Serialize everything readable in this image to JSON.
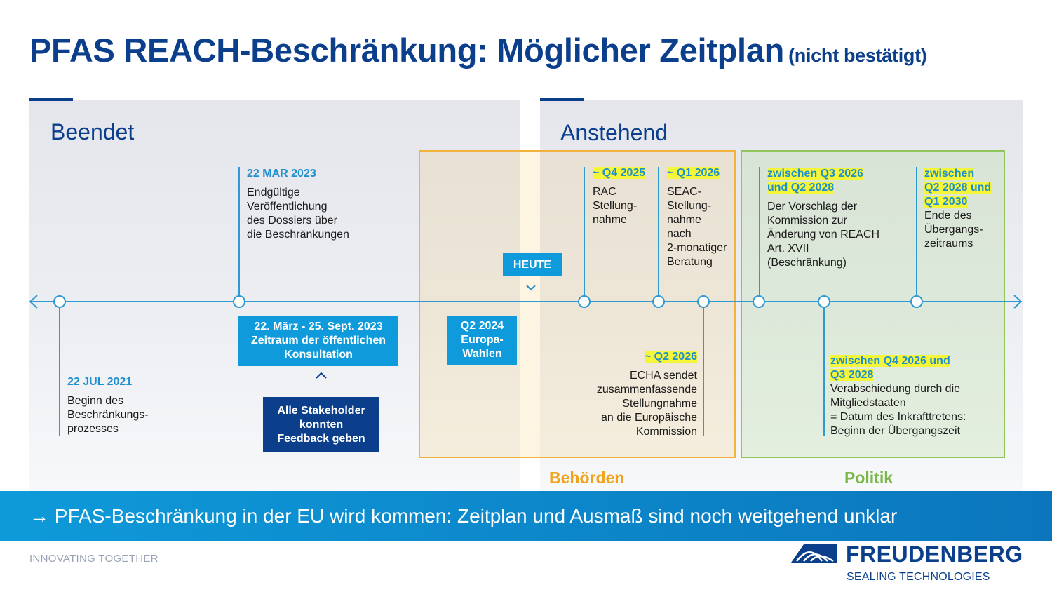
{
  "title": {
    "main": "PFAS REACH-Beschränkung: Möglicher Zeitplan",
    "sub": "(nicht bestätigt)"
  },
  "panels": {
    "done": "Beendet",
    "upcoming": "Anstehend"
  },
  "groups": {
    "authorities": "Behörden",
    "politics": "Politik"
  },
  "colors": {
    "navy": "#0b3f8c",
    "blue": "#1e8fcf",
    "highlight": "#f5f53a",
    "orange": "#f1b33c",
    "green": "#8ec65b"
  },
  "events": {
    "e2021": {
      "date": "22 JUL 2021",
      "lines": [
        "Beginn des",
        "Beschränkungs-",
        "prozesses"
      ]
    },
    "e2023": {
      "date": "22 MAR 2023",
      "lines": [
        "Endgültige",
        "Veröffentlichung",
        "des Dossiers über",
        "die Beschränkungen"
      ]
    },
    "rac": {
      "date": "~ Q4 2025",
      "lines": [
        "RAC",
        "Stellung-",
        "nahme"
      ]
    },
    "seac": {
      "date": "~ Q1 2026",
      "lines": [
        "SEAC-",
        "Stellung-",
        "nahme",
        "nach",
        "2-monatiger",
        "Beratung"
      ]
    },
    "echa": {
      "date": "~ Q2 2026",
      "lines": [
        "ECHA sendet",
        "zusammenfassende",
        "Stellungnahme",
        "an die Europäische",
        "Kommission"
      ]
    },
    "proposal": {
      "date_lines": [
        "zwischen Q3 2026",
        "und Q2 2028"
      ],
      "lines": [
        "Der Vorschlag der",
        "Kommission zur",
        "Änderung von REACH",
        "Art. XVII",
        "(Beschränkung)"
      ]
    },
    "adoption": {
      "date_lines": [
        "zwischen Q4 2026 und",
        "Q3 2028"
      ],
      "lines": [
        "Verabschiedung durch die",
        "Mitgliedstaaten",
        "= Datum des Inkrafttretens:",
        "Beginn der Übergangszeit"
      ]
    },
    "transition_end": {
      "date_lines": [
        "zwischen",
        "Q2 2028 und",
        "Q1 2030"
      ],
      "lines": [
        "Ende des",
        "Übergangs-",
        "zeitraums"
      ]
    }
  },
  "boxes": {
    "consultation": [
      "22. März - 25. Sept. 2023",
      "Zeitraum der öffentlichen",
      "Konsultation"
    ],
    "feedback": [
      "Alle Stakeholder",
      "konnten",
      "Feedback geben"
    ],
    "elections": [
      "Q2 2024",
      "Europa-",
      "Wahlen"
    ],
    "today": "HEUTE"
  },
  "banner": "→ PFAS-Beschränkung in der EU wird kommen: Zeitplan und Ausmaß sind noch weitgehend unklar",
  "footer": {
    "tagline": "INNOVATING TOGETHER",
    "brand": "FREUDENBERG",
    "brand_sub": "SEALING TECHNOLOGIES"
  }
}
